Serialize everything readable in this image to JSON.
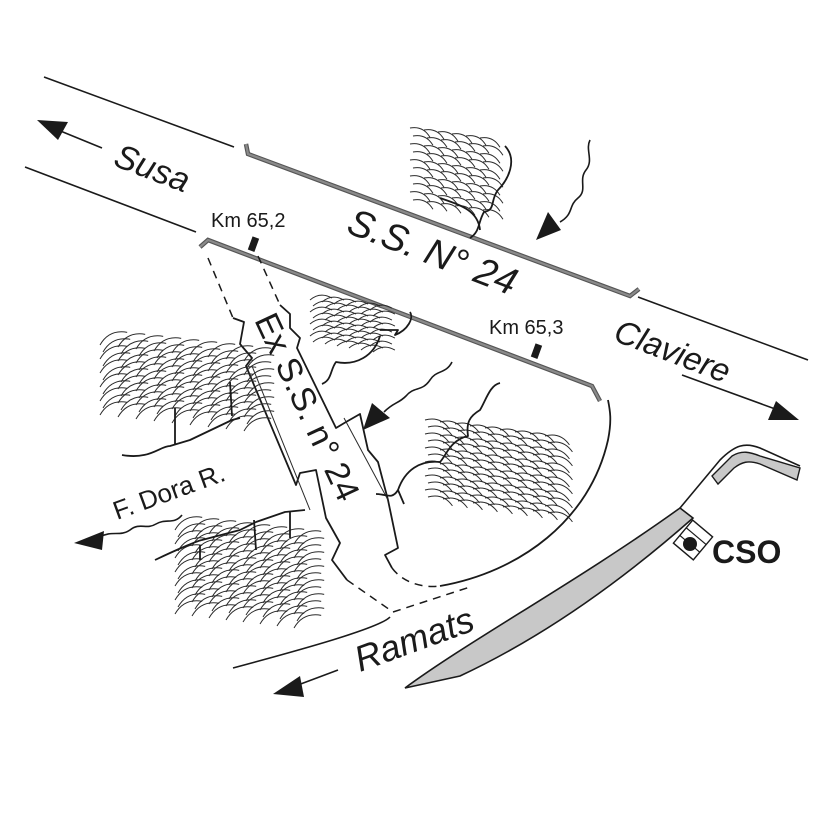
{
  "map": {
    "labels": {
      "susa": "Susa",
      "claviere": "Claviere",
      "ss24": "S.S. N° 24",
      "km_a": "Km 65,2",
      "km_b": "Km 65,3",
      "ex_ss24": "Ex S.S. n° 24",
      "dora": "F. Dora R.",
      "ramats": "Ramats",
      "cso": "CSO"
    },
    "colors": {
      "ink": "#1a1a1a",
      "guardrail": "#555555",
      "channel_fill": "#c8c8c8"
    },
    "icons": [
      "arrow-left-icon",
      "arrow-right-icon",
      "flow-arrow-icon",
      "station-dot-icon"
    ]
  }
}
